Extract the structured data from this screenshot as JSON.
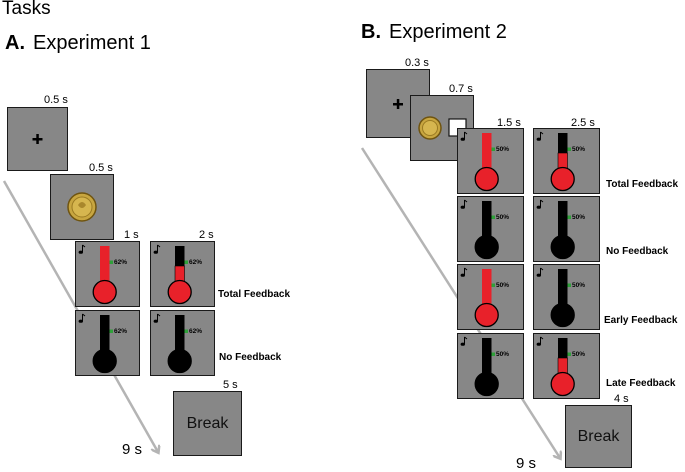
{
  "figure_title": "Tasks",
  "panelA": {
    "letter": "A.",
    "title": "Experiment 1",
    "times": [
      "0.5 s",
      "0.5 s",
      "1 s",
      "2 s",
      "5 s"
    ],
    "percent": "62%",
    "total_label": "Total Feedback",
    "no_label": "No Feedback",
    "break_label": "Break",
    "end_time": "9 s"
  },
  "panelB": {
    "letter": "B.",
    "title": "Experiment 2",
    "times": [
      "0.3 s",
      "0.7 s",
      "1.5 s",
      "2.5 s",
      "4 s"
    ],
    "percent": "50%",
    "labels": [
      "Total Feedback",
      "No Feedback",
      "Early Feedback",
      "Late Feedback"
    ],
    "break_label": "Break",
    "end_time": "9 s"
  },
  "colors": {
    "background": "#878787",
    "thermo_red": "#e8212a",
    "thermo_black": "#000000",
    "target_green": "#2fa03a",
    "arrow": "#b4b4b4"
  },
  "icons": [
    "fixation-cross-icon",
    "gold-coin-icon",
    "music-note-icon",
    "thermometer-icon"
  ]
}
